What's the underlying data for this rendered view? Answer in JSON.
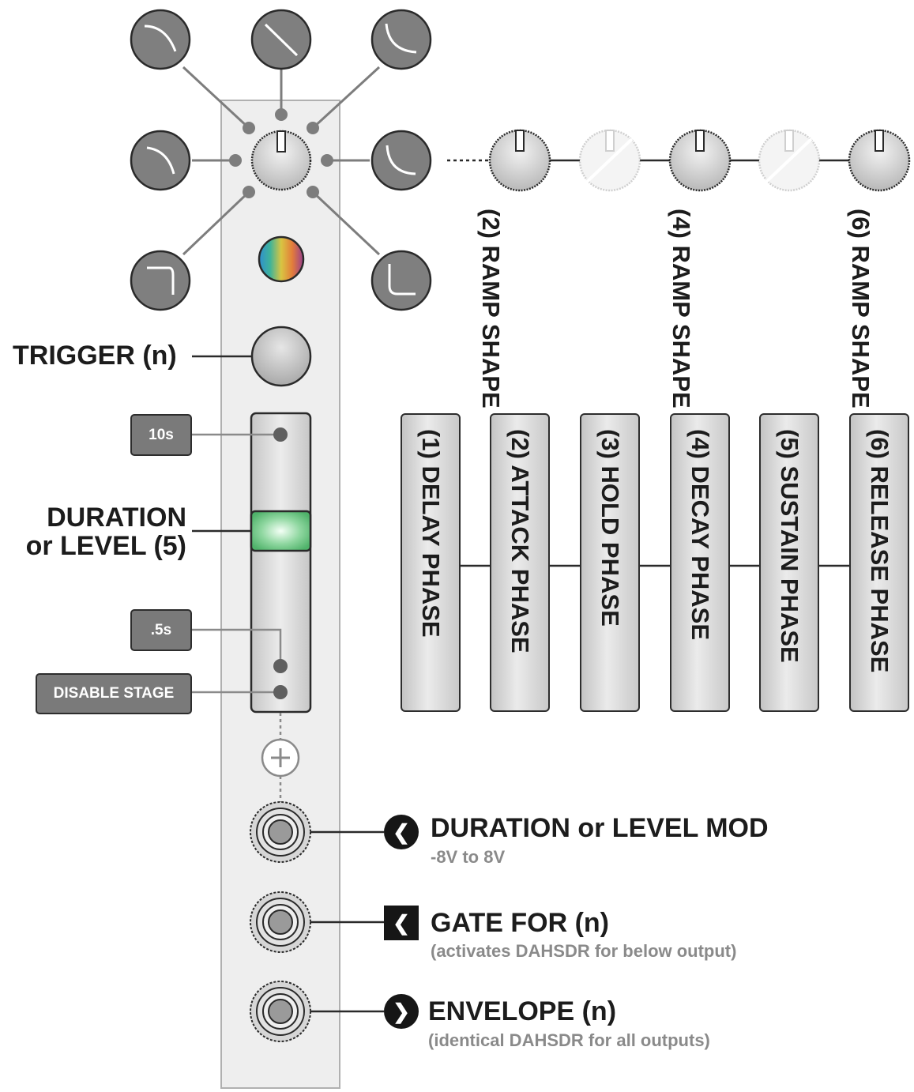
{
  "labels": {
    "trigger": "TRIGGER (n)",
    "duration_line1": "DURATION",
    "duration_line2": "or LEVEL (5)",
    "mod_title": "DURATION or LEVEL MOD",
    "mod_sub": "-8V to 8V",
    "gate_title": "GATE FOR (n)",
    "gate_sub": "(activates DAHSDR for below output)",
    "env_title": "ENVELOPE (n)",
    "env_sub": "(identical DAHSDR for all outputs)"
  },
  "tags": {
    "max": "10s",
    "min": ".5s",
    "disable": "DISABLE STAGE"
  },
  "ramp_shapes": [
    "(2) RAMP SHAPE",
    "(4) RAMP SHAPE",
    "(6) RAMP SHAPE"
  ],
  "phases": [
    "(1) DELAY PHASE",
    "(2) ATTACK PHASE",
    "(3) HOLD PHASE",
    "(4) DECAY PHASE",
    "(5) SUSTAIN PHASE",
    "(6) RELEASE PHASE"
  ],
  "colors": {
    "module_panel": "#eeeeee",
    "knob_dark": "#7f7f7f",
    "slider_green": "#5fc07a",
    "tag_bg": "#7a7a7a",
    "sub_text": "#8a8a8a",
    "ink": "#1c1c1c"
  },
  "icons": {
    "mod_input": "chevron-left-circle-icon",
    "gate_input": "chevron-left-square-icon",
    "envelope_output": "chevron-right-circle-icon",
    "expander": "plus-circle-icon"
  }
}
